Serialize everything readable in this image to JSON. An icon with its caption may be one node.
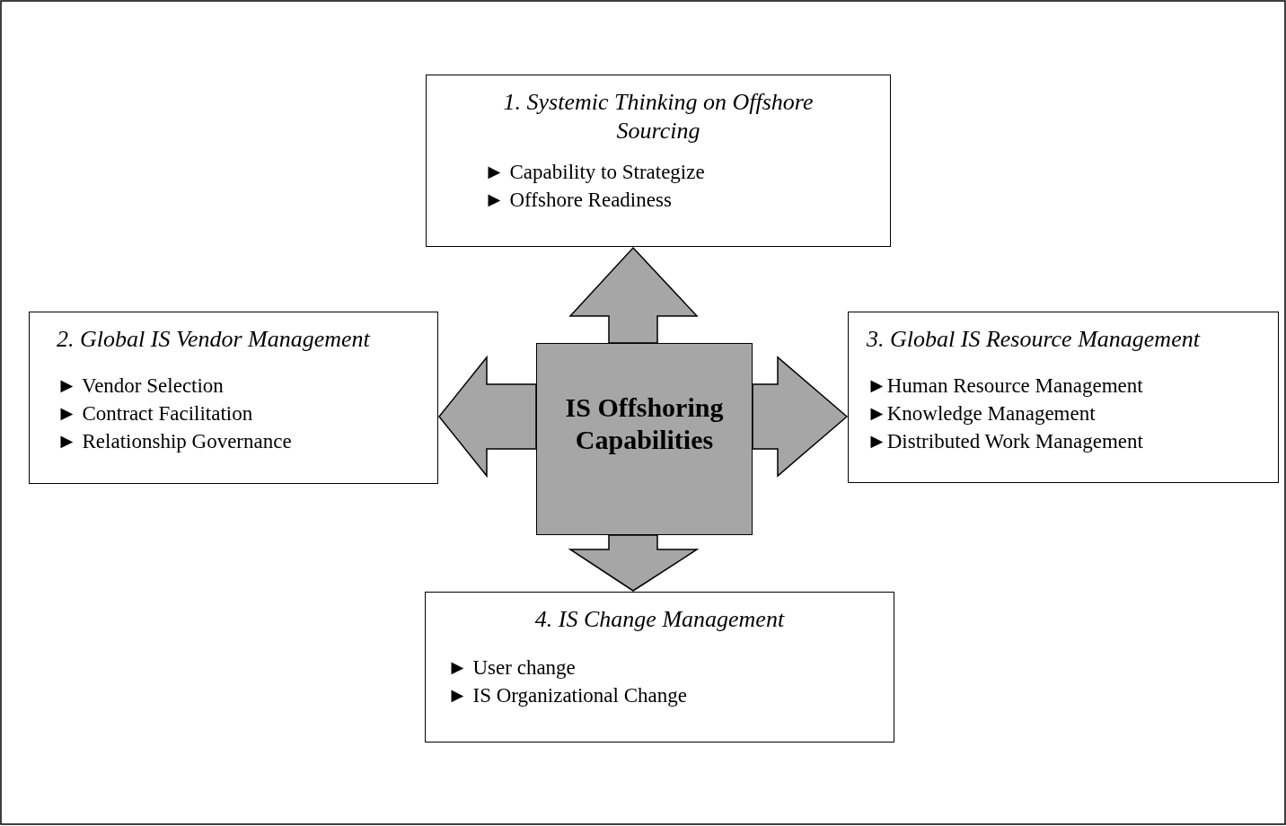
{
  "diagram": {
    "nodes": [
      {
        "text": [
          "1. Systemic Thinking on Offshore Sourcing",
          "► Capability to Strategize",
          "► Offshore Readiness"
        ]
      },
      {
        "text": [
          "2. Global IS Vendor Management",
          "► Vendor Selection",
          "► Contract Facilitation",
          "► Relationship Governance"
        ]
      },
      {
        "text": [
          "IS Offshoring Capabilities"
        ]
      },
      {
        "text": [
          "3. Global IS Resource Management",
          "►Human Resource Management",
          "►Knowledge Management",
          "►Distributed Work Management"
        ]
      },
      {
        "text": [
          "4. IS Change Management",
          "► User change",
          "► IS Organizational Change"
        ]
      }
    ],
    "edges": [
      {
        "from": 2,
        "to": 0,
        "arrow": "to"
      },
      {
        "from": 2,
        "to": 1,
        "arrow": "to"
      },
      {
        "from": 2,
        "to": 3,
        "arrow": "to"
      },
      {
        "from": 2,
        "to": 4,
        "arrow": "to"
      }
    ]
  }
}
